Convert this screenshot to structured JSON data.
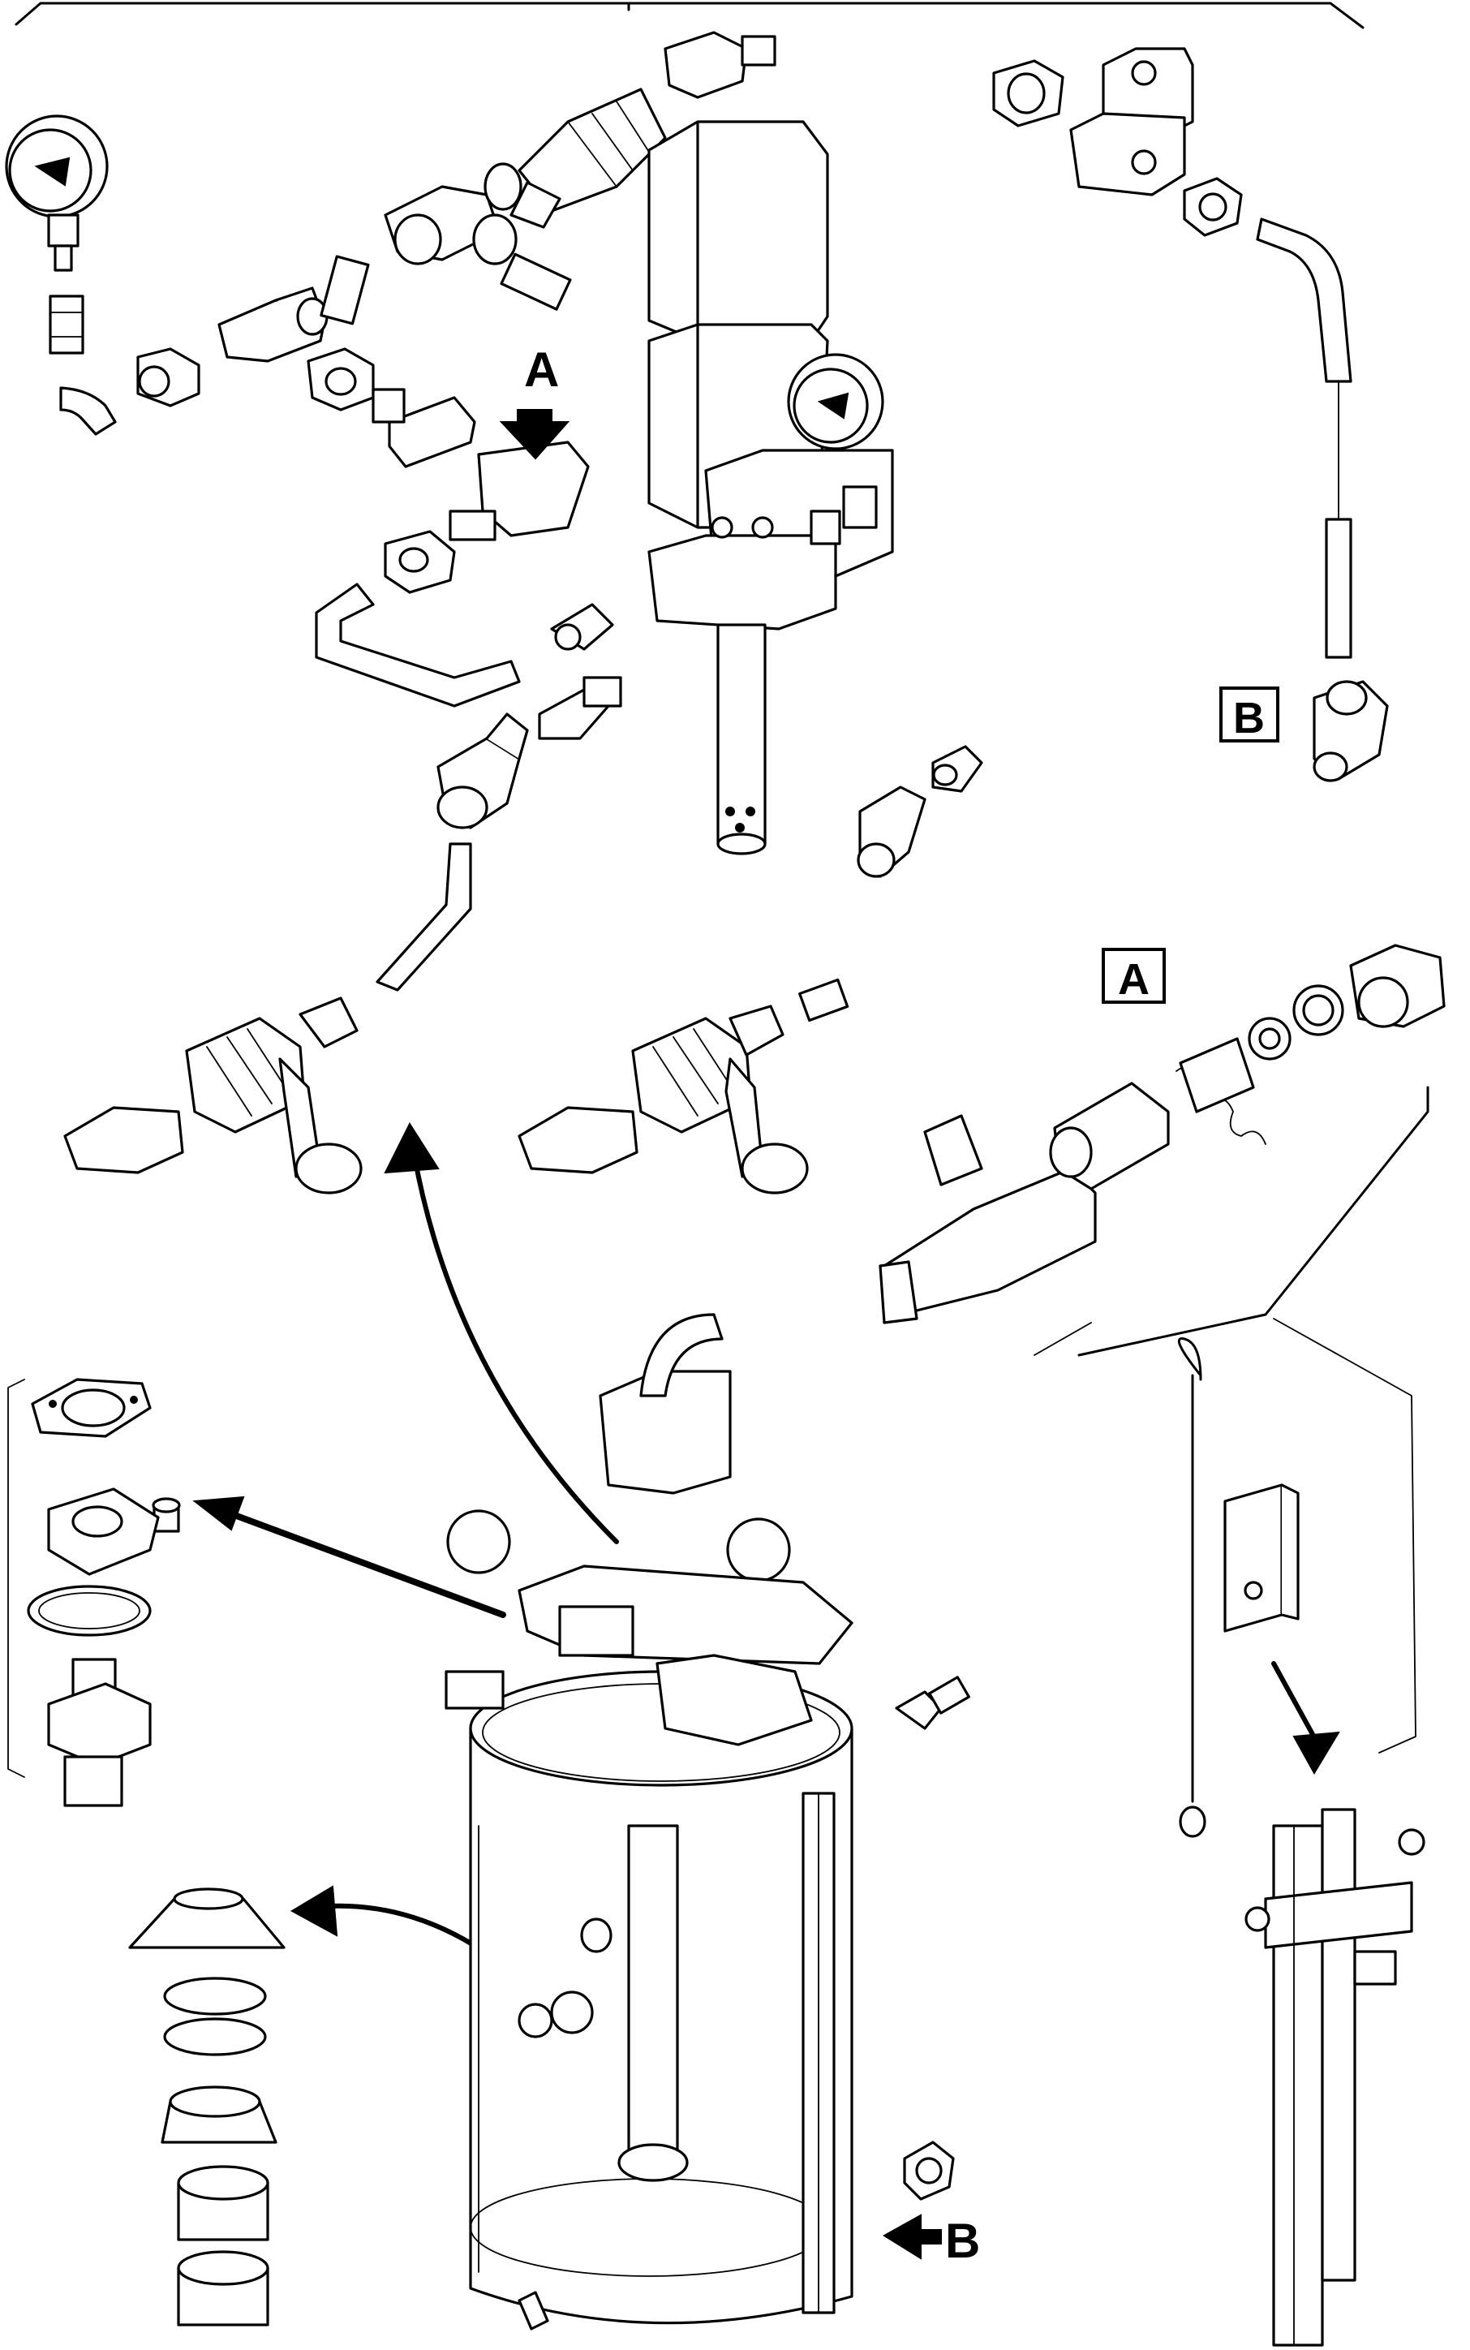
{
  "diagram": {
    "callouts": {
      "detail_a_arrow": "A",
      "detail_b_box": "B",
      "detail_a_box": "A",
      "detail_b_arrow": "B"
    }
  }
}
